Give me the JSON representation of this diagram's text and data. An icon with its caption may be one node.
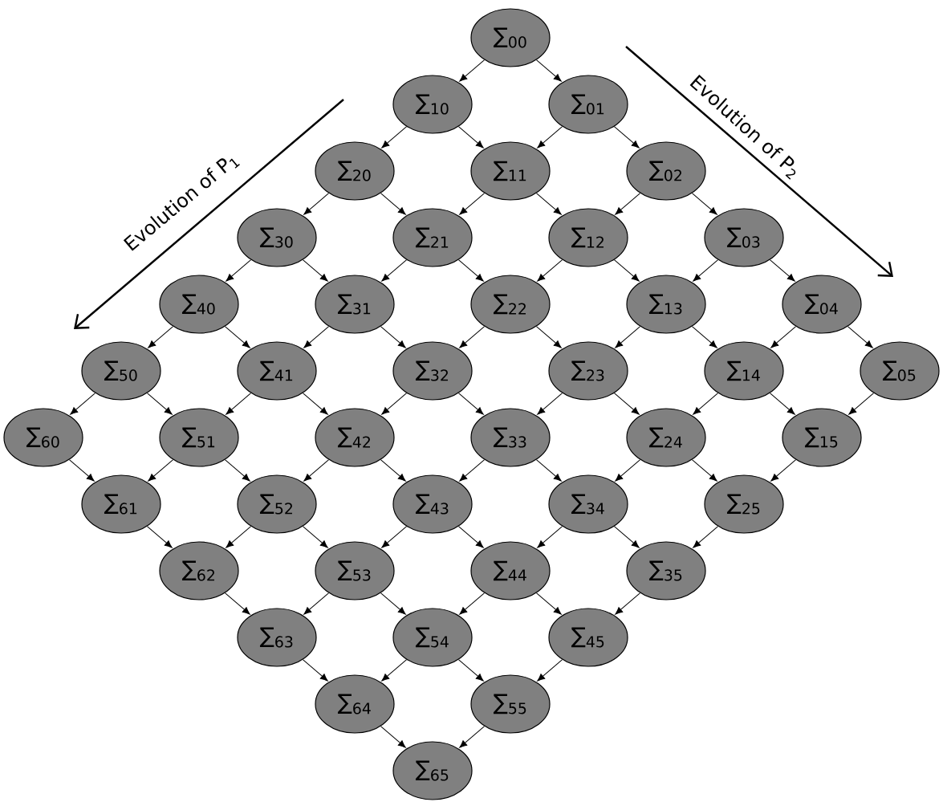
{
  "diagram": {
    "nodes": [
      {
        "text": [
          "∑$_{00}$"
        ]
      },
      {
        "text": [
          "∑$_{01}$"
        ]
      },
      {
        "text": [
          "∑$_{02}$"
        ]
      },
      {
        "text": [
          "∑$_{03}$"
        ]
      },
      {
        "text": [
          "∑$_{04}$"
        ]
      },
      {
        "text": [
          "∑$_{05}$"
        ]
      },
      {
        "text": [
          "∑$_{10}$"
        ]
      },
      {
        "text": [
          "∑$_{11}$"
        ]
      },
      {
        "text": [
          "∑$_{12}$"
        ]
      },
      {
        "text": [
          "∑$_{13}$"
        ]
      },
      {
        "text": [
          "∑$_{14}$"
        ]
      },
      {
        "text": [
          "∑$_{15}$"
        ]
      },
      {
        "text": [
          "∑$_{20}$"
        ]
      },
      {
        "text": [
          "∑$_{21}$"
        ]
      },
      {
        "text": [
          "∑$_{22}$"
        ]
      },
      {
        "text": [
          "∑$_{23}$"
        ]
      },
      {
        "text": [
          "∑$_{24}$"
        ]
      },
      {
        "text": [
          "∑$_{25}$"
        ]
      },
      {
        "text": [
          "∑$_{30}$"
        ]
      },
      {
        "text": [
          "∑$_{31}$"
        ]
      },
      {
        "text": [
          "∑$_{32}$"
        ]
      },
      {
        "text": [
          "∑$_{33}$"
        ]
      },
      {
        "text": [
          "∑$_{34}$"
        ]
      },
      {
        "text": [
          "∑$_{35}$"
        ]
      },
      {
        "text": [
          "∑$_{40}$"
        ]
      },
      {
        "text": [
          "∑$_{41}$"
        ]
      },
      {
        "text": [
          "∑$_{42}$"
        ]
      },
      {
        "text": [
          "∑$_{43}$"
        ]
      },
      {
        "text": [
          "∑$_{44}$"
        ]
      },
      {
        "text": [
          "∑$_{45}$"
        ]
      },
      {
        "text": [
          "∑$_{50}$"
        ]
      },
      {
        "text": [
          "∑$_{51}$"
        ]
      },
      {
        "text": [
          "∑$_{52}$"
        ]
      },
      {
        "text": [
          "∑$_{53}$"
        ]
      },
      {
        "text": [
          "∑$_{54}$"
        ]
      },
      {
        "text": [
          "∑$_{55}$"
        ]
      },
      {
        "text": [
          "∑$_{60}$"
        ]
      },
      {
        "text": [
          "∑$_{61}$"
        ]
      },
      {
        "text": [
          "∑$_{62}$"
        ]
      },
      {
        "text": [
          "∑$_{63}$"
        ]
      },
      {
        "text": [
          "∑$_{64}$"
        ]
      },
      {
        "text": [
          "∑$_{65}$"
        ]
      }
    ],
    "edges": [
      {
        "from": 0,
        "to": 6,
        "arrow": "to"
      },
      {
        "from": 0,
        "to": 1,
        "arrow": "to"
      },
      {
        "from": 1,
        "to": 7,
        "arrow": "to"
      },
      {
        "from": 1,
        "to": 2,
        "arrow": "to"
      },
      {
        "from": 2,
        "to": 8,
        "arrow": "to"
      },
      {
        "from": 2,
        "to": 3,
        "arrow": "to"
      },
      {
        "from": 3,
        "to": 9,
        "arrow": "to"
      },
      {
        "from": 3,
        "to": 4,
        "arrow": "to"
      },
      {
        "from": 4,
        "to": 10,
        "arrow": "to"
      },
      {
        "from": 4,
        "to": 5,
        "arrow": "to"
      },
      {
        "from": 5,
        "to": 11,
        "arrow": "to"
      },
      {
        "from": 6,
        "to": 12,
        "arrow": "to"
      },
      {
        "from": 6,
        "to": 7,
        "arrow": "to"
      },
      {
        "from": 7,
        "to": 13,
        "arrow": "to"
      },
      {
        "from": 7,
        "to": 8,
        "arrow": "to"
      },
      {
        "from": 8,
        "to": 14,
        "arrow": "to"
      },
      {
        "from": 8,
        "to": 9,
        "arrow": "to"
      },
      {
        "from": 9,
        "to": 15,
        "arrow": "to"
      },
      {
        "from": 9,
        "to": 10,
        "arrow": "to"
      },
      {
        "from": 10,
        "to": 16,
        "arrow": "to"
      },
      {
        "from": 10,
        "to": 11,
        "arrow": "to"
      },
      {
        "from": 11,
        "to": 17,
        "arrow": "to"
      },
      {
        "from": 12,
        "to": 18,
        "arrow": "to"
      },
      {
        "from": 12,
        "to": 13,
        "arrow": "to"
      },
      {
        "from": 13,
        "to": 19,
        "arrow": "to"
      },
      {
        "from": 13,
        "to": 14,
        "arrow": "to"
      },
      {
        "from": 14,
        "to": 20,
        "arrow": "to"
      },
      {
        "from": 14,
        "to": 15,
        "arrow": "to"
      },
      {
        "from": 15,
        "to": 21,
        "arrow": "to"
      },
      {
        "from": 15,
        "to": 16,
        "arrow": "to"
      },
      {
        "from": 16,
        "to": 22,
        "arrow": "to"
      },
      {
        "from": 16,
        "to": 17,
        "arrow": "to"
      },
      {
        "from": 17,
        "to": 23,
        "arrow": "to"
      },
      {
        "from": 18,
        "to": 24,
        "arrow": "to"
      },
      {
        "from": 18,
        "to": 19,
        "arrow": "to"
      },
      {
        "from": 19,
        "to": 25,
        "arrow": "to"
      },
      {
        "from": 19,
        "to": 20,
        "arrow": "to"
      },
      {
        "from": 20,
        "to": 26,
        "arrow": "to"
      },
      {
        "from": 20,
        "to": 21,
        "arrow": "to"
      },
      {
        "from": 21,
        "to": 27,
        "arrow": "to"
      },
      {
        "from": 21,
        "to": 22,
        "arrow": "to"
      },
      {
        "from": 22,
        "to": 28,
        "arrow": "to"
      },
      {
        "from": 22,
        "to": 23,
        "arrow": "to"
      },
      {
        "from": 23,
        "to": 29,
        "arrow": "to"
      },
      {
        "from": 24,
        "to": 30,
        "arrow": "to"
      },
      {
        "from": 24,
        "to": 25,
        "arrow": "to"
      },
      {
        "from": 25,
        "to": 31,
        "arrow": "to"
      },
      {
        "from": 25,
        "to": 26,
        "arrow": "to"
      },
      {
        "from": 26,
        "to": 32,
        "arrow": "to"
      },
      {
        "from": 26,
        "to": 27,
        "arrow": "to"
      },
      {
        "from": 27,
        "to": 33,
        "arrow": "to"
      },
      {
        "from": 27,
        "to": 28,
        "arrow": "to"
      },
      {
        "from": 28,
        "to": 34,
        "arrow": "to"
      },
      {
        "from": 28,
        "to": 29,
        "arrow": "to"
      },
      {
        "from": 29,
        "to": 35,
        "arrow": "to"
      },
      {
        "from": 30,
        "to": 36,
        "arrow": "to"
      },
      {
        "from": 30,
        "to": 31,
        "arrow": "to"
      },
      {
        "from": 31,
        "to": 37,
        "arrow": "to"
      },
      {
        "from": 31,
        "to": 32,
        "arrow": "to"
      },
      {
        "from": 32,
        "to": 38,
        "arrow": "to"
      },
      {
        "from": 32,
        "to": 33,
        "arrow": "to"
      },
      {
        "from": 33,
        "to": 39,
        "arrow": "to"
      },
      {
        "from": 33,
        "to": 34,
        "arrow": "to"
      },
      {
        "from": 34,
        "to": 40,
        "arrow": "to"
      },
      {
        "from": 34,
        "to": 35,
        "arrow": "to"
      },
      {
        "from": 35,
        "to": 41,
        "arrow": "to"
      },
      {
        "from": 36,
        "to": 37,
        "arrow": "to"
      },
      {
        "from": 37,
        "to": 38,
        "arrow": "to"
      },
      {
        "from": 38,
        "to": 39,
        "arrow": "to"
      },
      {
        "from": 39,
        "to": 40,
        "arrow": "to"
      },
      {
        "from": 40,
        "to": 41,
        "arrow": "to"
      }
    ],
    "labels": [
      "Evolution of P$_{1}$",
      "Evolution of P$_{2}$"
    ]
  }
}
